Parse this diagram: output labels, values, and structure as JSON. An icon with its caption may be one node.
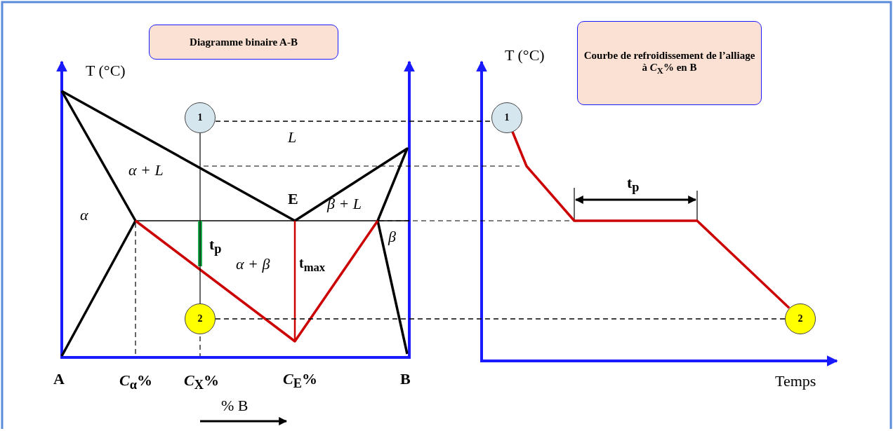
{
  "diagram": {
    "nodes": [
      {
        "text": [
          "Diagramme binaire A-B"
        ]
      },
      {
        "text": [
          "Courbe de refroidissement de l’alliage à *C*$_{X}$% en B"
        ]
      },
      {
        "text": [
          "1"
        ]
      },
      {
        "text": [
          "2"
        ]
      },
      {
        "text": [
          "1"
        ]
      },
      {
        "text": [
          "2"
        ]
      }
    ],
    "edges": [
      {
        "from": 2,
        "to": 3,
        "arrow": "none"
      },
      {
        "from": 2,
        "to": 4,
        "arrow": "none",
        "style": "dashed"
      },
      {
        "from": 3,
        "to": 5,
        "arrow": "none",
        "style": "dashed"
      },
      {
        "from": 4,
        "to": 5,
        "arrow": "none",
        "style": "thick",
        "color": "#cc0000"
      }
    ],
    "labels": [
      "T (°C)",
      "L",
      "α + L",
      "α",
      "E",
      "β + L",
      "β",
      "t$_{p}$",
      "α + β",
      "t$_{max}$",
      "A",
      "*C*$_{α}$%",
      "*C*$_{X}$%",
      "*C*$_{E}$%",
      "B",
      "% B",
      "T (°C)",
      "t$_{p}$",
      "Temps"
    ]
  }
}
